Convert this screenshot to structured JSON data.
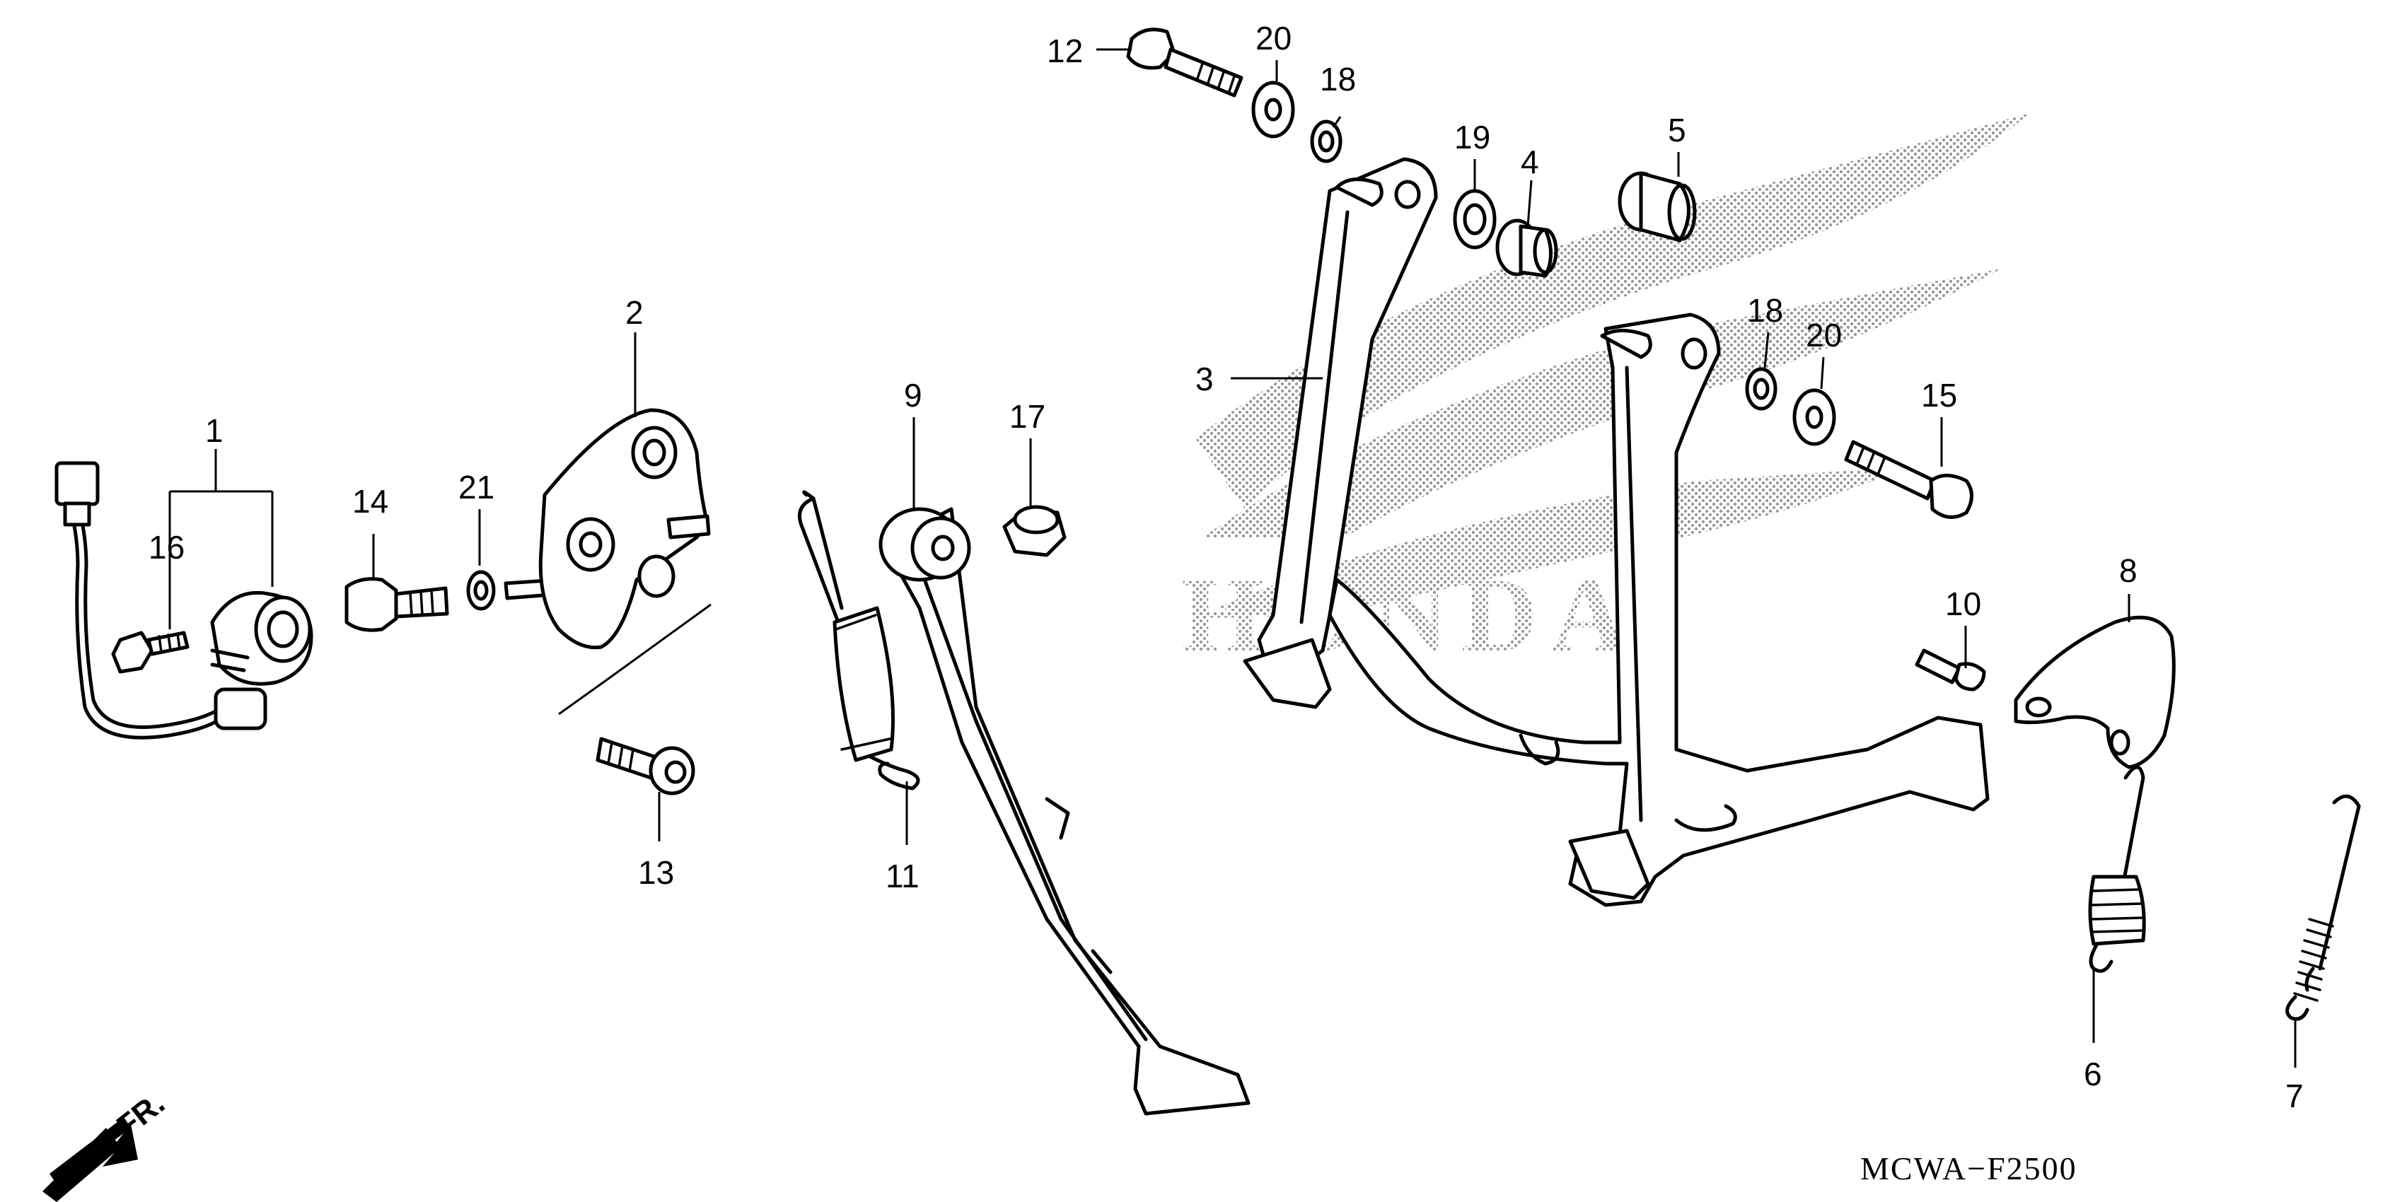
{
  "document_code": "MCWA−F2500",
  "direction_indicator": "FR.",
  "watermark_logo": "HONDA",
  "callouts": [
    {
      "id": "callout-1",
      "number": "1"
    },
    {
      "id": "callout-2",
      "number": "2"
    },
    {
      "id": "callout-3",
      "number": "3"
    },
    {
      "id": "callout-4",
      "number": "4"
    },
    {
      "id": "callout-5",
      "number": "5"
    },
    {
      "id": "callout-6",
      "number": "6"
    },
    {
      "id": "callout-7",
      "number": "7"
    },
    {
      "id": "callout-8",
      "number": "8"
    },
    {
      "id": "callout-9",
      "number": "9"
    },
    {
      "id": "callout-10",
      "number": "10"
    },
    {
      "id": "callout-11",
      "number": "11"
    },
    {
      "id": "callout-12",
      "number": "12"
    },
    {
      "id": "callout-13",
      "number": "13"
    },
    {
      "id": "callout-14",
      "number": "14"
    },
    {
      "id": "callout-15",
      "number": "15"
    },
    {
      "id": "callout-16",
      "number": "16"
    },
    {
      "id": "callout-17",
      "number": "17"
    },
    {
      "id": "callout-18a",
      "number": "18"
    },
    {
      "id": "callout-18b",
      "number": "18"
    },
    {
      "id": "callout-19",
      "number": "19"
    },
    {
      "id": "callout-20a",
      "number": "20"
    },
    {
      "id": "callout-20b",
      "number": "20"
    },
    {
      "id": "callout-21",
      "number": "21"
    }
  ]
}
